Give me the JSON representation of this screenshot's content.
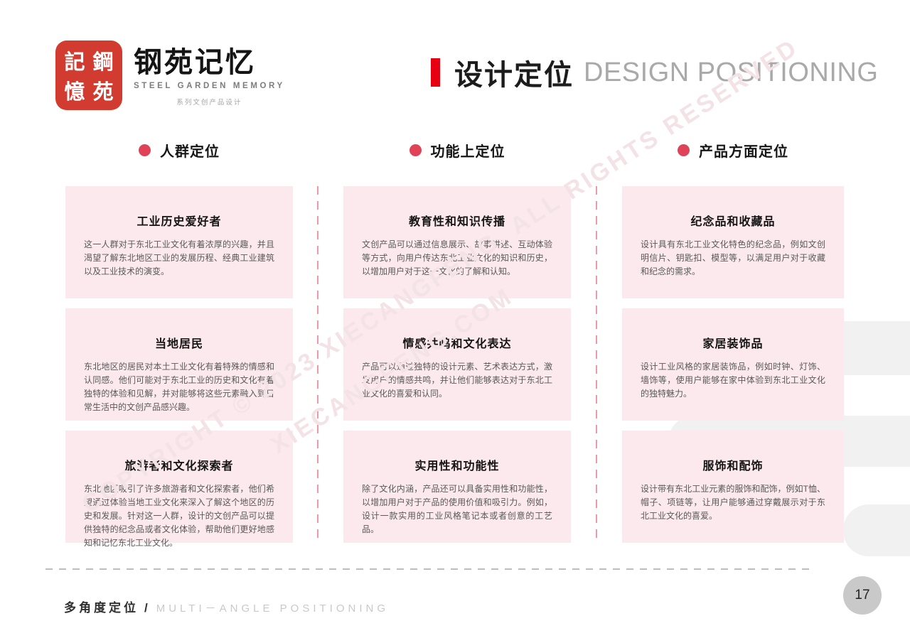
{
  "logo": {
    "seal_chars": [
      "記",
      "鋼",
      "憶",
      "苑"
    ],
    "brand_zh": "钢苑记忆",
    "brand_en": "STEEL GARDEN MEMORY",
    "brand_sub": "系列文创产品设计"
  },
  "header": {
    "title_zh": "设计定位",
    "title_en": "DESIGN POSITIONING"
  },
  "columns": [
    {
      "heading": "人群定位",
      "cards": [
        {
          "title": "工业历史爱好者",
          "body": "这一人群对于东北工业文化有着浓厚的兴趣，并且渴望了解东北地区工业的发展历程、经典工业建筑以及工业技术的演变。"
        },
        {
          "title": "当地居民",
          "body": "东北地区的居民对本土工业文化有着特殊的情感和认同感。他们可能对于东北工业的历史和文化有着独特的体验和见解，并对能够将这些元素融入到日常生活中的文创产品感兴趣。"
        },
        {
          "title": "旅游者和文化探索者",
          "body": "东北地区吸引了许多旅游者和文化探索者，他们希望通过体验当地工业文化来深入了解这个地区的历史和发展。针对这一人群，设计的文创产品可以提供独特的纪念品或者文化体验，帮助他们更好地感知和记忆东北工业文化。"
        }
      ]
    },
    {
      "heading": "功能上定位",
      "cards": [
        {
          "title": "教育性和知识传播",
          "body": "文创产品可以通过信息展示、故事讲述、互动体验等方式，向用户传达东北工业文化的知识和历史，以增加用户对于这一文化的了解和认知。"
        },
        {
          "title": "情感共鸣和文化表达",
          "body": "产品可以通过独特的设计元素、艺术表达方式，激发用户的情感共鸣，并让他们能够表达对于东北工业文化的喜爱和认同。"
        },
        {
          "title": "实用性和功能性",
          "body": "除了文化内涵，产品还可以具备实用性和功能性，以增加用户对于产品的使用价值和吸引力。例如，设计一款实用的工业风格笔记本或者创意的工艺品。"
        }
      ]
    },
    {
      "heading": "产品方面定位",
      "cards": [
        {
          "title": "纪念品和收藏品",
          "body": "设计具有东北工业文化特色的纪念品，例如文创明信片、钥匙扣、模型等，以满足用户对于收藏和纪念的需求。"
        },
        {
          "title": "家居装饰品",
          "body": "设计工业风格的家居装饰品，例如时钟、灯饰、墙饰等，使用户能够在家中体验到东北工业文化的独特魅力。"
        },
        {
          "title": "服饰和配饰",
          "body": "设计带有东北工业元素的服饰和配饰，例如T恤、帽子、项链等，让用户能够通过穿戴展示对于东北工业文化的喜爱。"
        }
      ]
    }
  ],
  "watermark": {
    "line1": "COPYRIGHT © 2023 XIECANGFENG. ALL RIGHTS RESERVED",
    "line2": "XIECANGFENG.COM"
  },
  "footer": {
    "label_zh": "多角度定位",
    "separator": "/",
    "label_en": "MULTI－ANGLE POSITIONING",
    "page_number": "17"
  },
  "colors": {
    "accent_red": "#e60012",
    "seal_red": "#d23c30",
    "dot_red": "#e04358",
    "card_pink": "#fbe9ed",
    "divider_pink": "#ec9aa7",
    "watermark_pink": "#f3e2e6",
    "footer_gray": "#c9c9c9"
  }
}
